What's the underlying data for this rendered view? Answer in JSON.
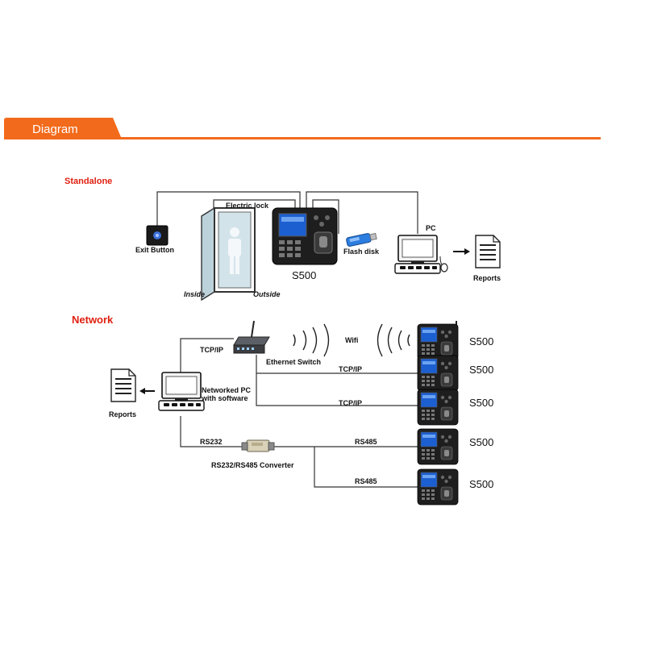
{
  "header": {
    "tab_label": "Diagram"
  },
  "colors": {
    "accent": "#f26a1b",
    "section_title": "#e02010",
    "device_body": "#1e1e1e",
    "screen": "#1c5fd0"
  },
  "standalone": {
    "title": "Standalone",
    "exit_button": "Exit Button",
    "electric_lock": "Electric lock",
    "inside": "Inside",
    "outside": "Outside",
    "device": "S500",
    "flash_disk": "Flash disk",
    "pc": "PC",
    "reports": "Reports"
  },
  "network": {
    "title": "Network",
    "tcpip_1": "TCP/IP",
    "ethernet_switch": "Ethernet Switch",
    "wifi": "Wifi",
    "pc_label_1": "Networked PC",
    "pc_label_2": "with software",
    "reports": "Reports",
    "tcpip_2": "TCP/IP",
    "tcpip_3": "TCP/IP",
    "rs232": "RS232",
    "converter": "RS232/RS485 Converter",
    "rs485_1": "RS485",
    "rs485_2": "RS485",
    "devices": [
      "S500",
      "S500",
      "S500",
      "S500",
      "S500"
    ]
  }
}
